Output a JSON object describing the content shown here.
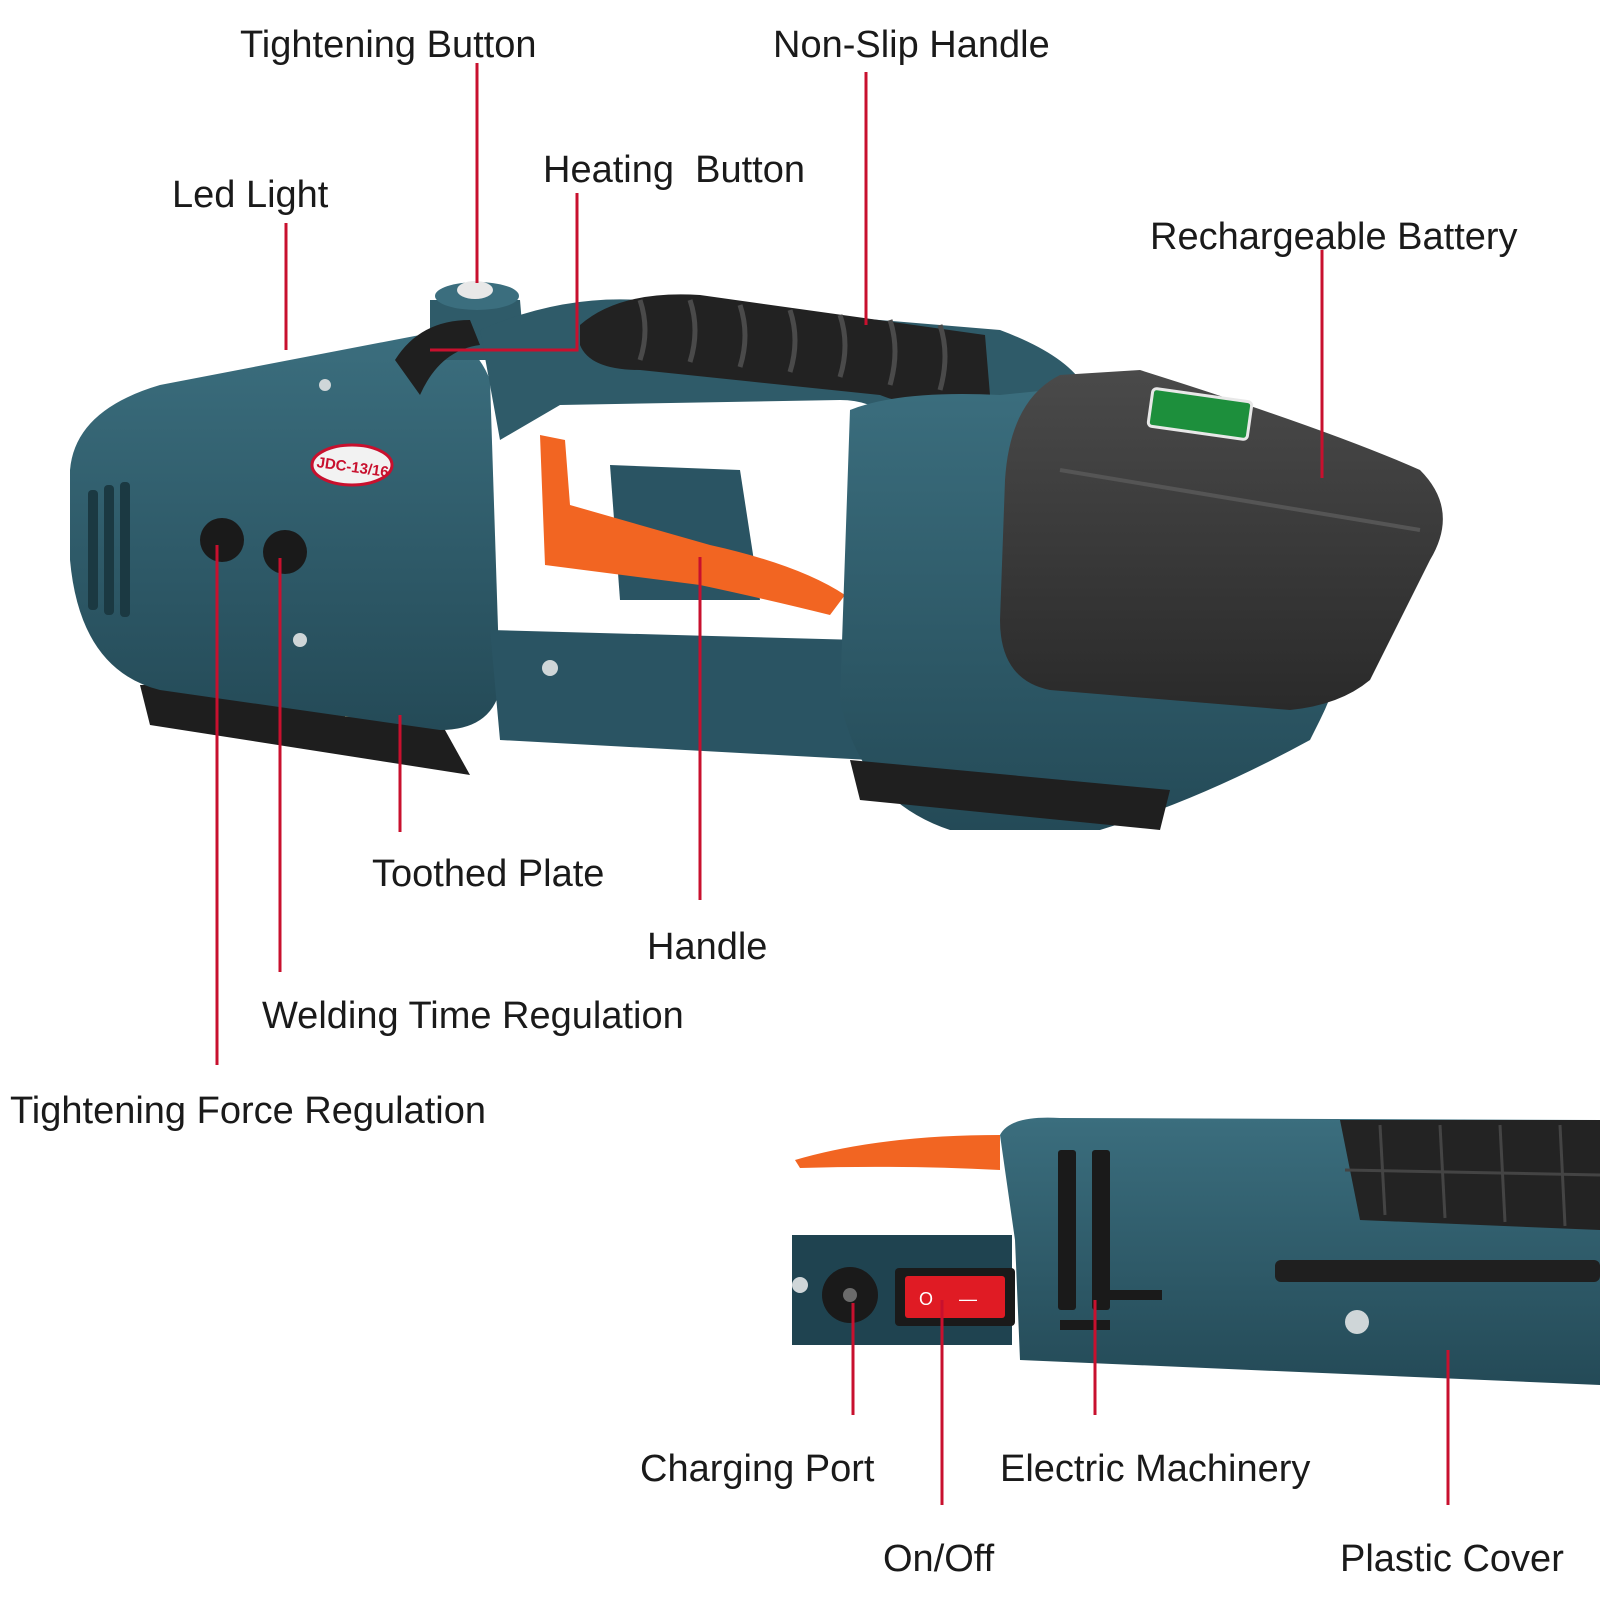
{
  "labels": {
    "tightening_button": "Tightening Button",
    "non_slip_handle": "Non-Slip Handle",
    "led_light": "Led Light",
    "heating_button": "Heating  Button",
    "rechargeable_battery": "Rechargeable Battery",
    "toothed_plate": "Toothed Plate",
    "handle": "Handle",
    "welding_time_regulation": "Welding Time Regulation",
    "tightening_force_regulation": "Tightening Force Regulation",
    "charging_port": "Charging Port",
    "electric_machinery": "Electric Machinery",
    "on_off": "On/Off",
    "plastic_cover": "Plastic Cover"
  },
  "product": {
    "model_badge": "JDC-13/16",
    "switch_symbols": [
      "O",
      "—"
    ]
  },
  "colors": {
    "body": "#2f5b69",
    "body_dark": "#1f4350",
    "battery": "#3a3a3a",
    "grip": "#222222",
    "trigger": "#f26522",
    "leader_line": "#c8102e",
    "switch": "#e01b24"
  }
}
